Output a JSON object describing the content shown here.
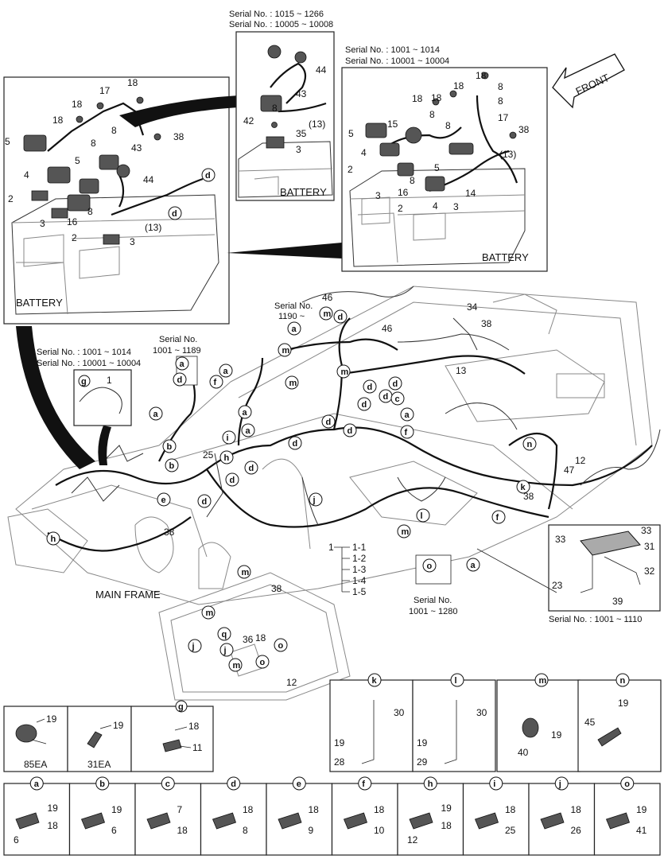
{
  "front_label": "FRONT",
  "main_frame_label": "MAIN FRAME",
  "battery_label": "BATTERY",
  "serials": {
    "top_center_1": "Serial No. : 1015 ~ 1266",
    "top_center_2": "Serial No. : 10005 ~ 10008",
    "top_right_1": "Serial No. : 1001 ~ 1014",
    "top_right_2": "Serial No. : 10001 ~ 10004",
    "left_1": "Serial No. : 1001 ~ 1014",
    "left_2": "Serial No. : 10001 ~ 10004",
    "mid_1": "Serial No.",
    "mid_2": "1001 ~ 1189",
    "top_mid_1": "Serial No.",
    "top_mid_2": "1190 ~",
    "bottom_mid_1": "Serial No.",
    "bottom_mid_2": "1001 ~ 1280",
    "bottom_right": "Serial No. : 1001 ~ 1110"
  },
  "harness_list": [
    "1-1",
    "1-2",
    "1-3",
    "1-4",
    "1-5"
  ],
  "harness_main": "1",
  "qty_85": "85EA",
  "qty_31": "31EA",
  "detail_letters": [
    "a",
    "b",
    "c",
    "d",
    "e",
    "f",
    "h",
    "i",
    "j",
    "o"
  ],
  "detail_parts": {
    "a": [
      "19",
      "6",
      "18"
    ],
    "b": [
      "19",
      "6"
    ],
    "c": [
      "7",
      "18"
    ],
    "d": [
      "18",
      "8"
    ],
    "e": [
      "18",
      "9"
    ],
    "f": [
      "18",
      "10"
    ],
    "h": [
      "19",
      "12",
      "18"
    ],
    "i": [
      "18",
      "25"
    ],
    "j": [
      "18",
      "26"
    ],
    "o": [
      "19",
      "41"
    ]
  },
  "detail_g": [
    "18",
    "11"
  ],
  "upper_details": {
    "k": [
      "30",
      "19",
      "28"
    ],
    "l": [
      "30",
      "19",
      "29"
    ],
    "m": [
      "19",
      "40"
    ],
    "n": [
      "19",
      "45"
    ]
  }
}
